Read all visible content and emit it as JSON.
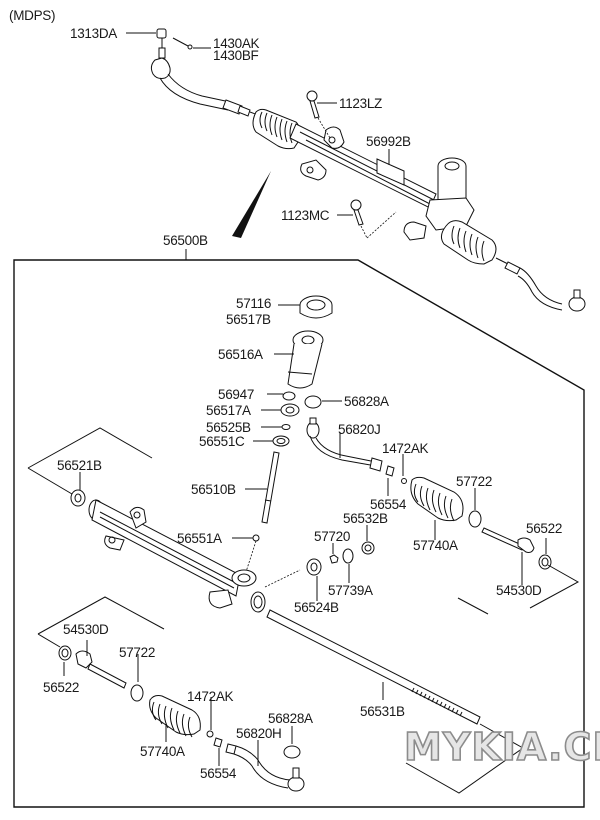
{
  "diagram": {
    "variant_label": "(MDPS)",
    "watermark": "MYKIA.CLUB",
    "assembly": {
      "labels": {
        "tie_rod_nut_top": "1313DA",
        "cotter_pin_a": "1430AK",
        "cotter_pin_b": "1430BF",
        "bolt_upper": "1123LZ",
        "label_plate": "56992B",
        "bolt_lower": "1123MC"
      }
    },
    "gear_box": {
      "label": "56500B",
      "labels": {
        "yoke_plug": "57116",
        "yoke_plug_b": "56517B",
        "yoke_housing": "56516A",
        "washer": "56947",
        "yoke_a": "56517A",
        "snap_ring": "56525B",
        "seal_c": "56551C",
        "pinion": "56510B",
        "seal_a": "56551A",
        "end_cap": "56521B",
        "dust_cover_r": "56828A",
        "tie_rod_end_r": "56820J",
        "clip_r": "1472AK",
        "lock_nut_r": "56554",
        "bushing": "56532B",
        "bellows_clamp_r": "57722",
        "bellows_r": "57740A",
        "inner_ball_r": "56522",
        "inner_tie_rod_r": "54530D",
        "rack_bushing_nut": "57720",
        "o_ring": "57739A",
        "support_yoke": "56524B",
        "rack_bar": "56531B",
        "inner_tie_rod_l": "54530D",
        "inner_ball_l": "56522",
        "bellows_clamp_l": "57722",
        "clip_l": "1472AK",
        "dust_cover_l": "56828A",
        "tie_rod_end_l": "56820H",
        "bellows_l": "57740A",
        "lock_nut_l": "56554"
      }
    }
  }
}
